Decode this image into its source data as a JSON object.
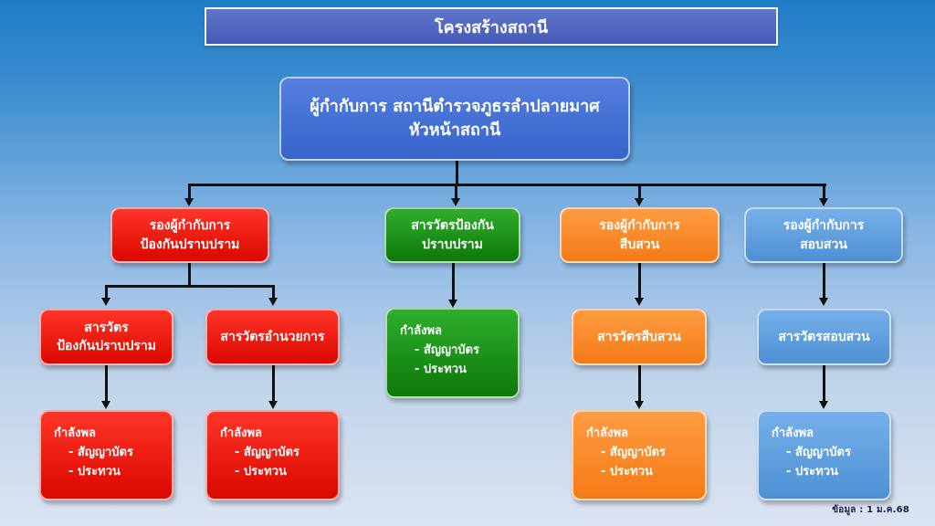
{
  "header": {
    "title": "โครงสร้างสถานี"
  },
  "top": {
    "line1": "ผู้กำกับการ สถานีตำรวจภูธรลำปลายมาศ",
    "line2": "หัวหน้าสถานี"
  },
  "level2": [
    {
      "line1": "รองผู้กำกับการ",
      "line2": "ป้องกันปราบปราม"
    },
    {
      "line1": "สารวัตรป้องกัน",
      "line2": "ปราบปราม"
    },
    {
      "line1": "รองผู้กำกับการ",
      "line2": "สืบสวน"
    },
    {
      "line1": "รองผู้กำกับการ",
      "line2": "สอบสวน"
    }
  ],
  "level3": [
    {
      "line1": "สารวัตร",
      "line2": "ป้องกันปราบปราม"
    },
    {
      "line1": "สารวัตรอำนวยการ"
    },
    {
      "line1": "สารวัตรสืบสวน"
    },
    {
      "line1": "สารวัตรสอบสวน"
    }
  ],
  "forces": [
    {
      "title": "กำลังพล",
      "item1": "- สัญญาบัตร",
      "item2": "- ประทวน"
    },
    {
      "title": "กำลังพล",
      "item1": "- สัญญาบัตร",
      "item2": "- ประทวน"
    },
    {
      "title": "กำลังพล",
      "item1": "- สัญญาบัตร",
      "item2": "- ประทวน"
    },
    {
      "title": "กำลังพล",
      "item1": "- สัญญาบัตร",
      "item2": "- ประทวน"
    },
    {
      "title": "กำลังพล",
      "item1": "- สัญญาบัตร",
      "item2": "- ประทวน"
    }
  ],
  "footer": {
    "source": "ข้อมูล : 1 ม.ค.68"
  },
  "colors": {
    "main_blue": "#3e6ad0",
    "red": "#ef1b12",
    "green": "#129314",
    "orange": "#ff8d2b",
    "light_blue": "#5f9fde"
  }
}
